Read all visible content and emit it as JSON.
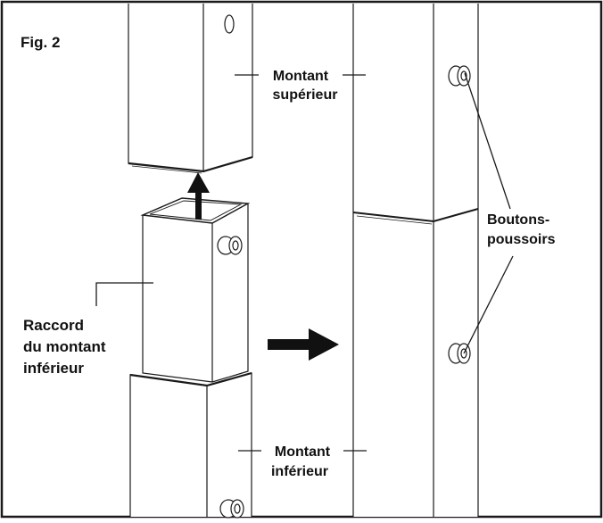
{
  "figure_label": "Fig. 2",
  "labels": {
    "upper_post": [
      "Montant",
      "supérieur"
    ],
    "lower_post": [
      "Montant",
      "inférieur"
    ],
    "lower_post_connector": [
      "Raccord",
      "du montant",
      "inférieur"
    ],
    "push_buttons": [
      "Boutons-",
      "poussoirs"
    ]
  },
  "icons": {
    "insertion_arrow": "arrow-up-icon",
    "transition_arrow": "arrow-right-icon"
  },
  "colors": {
    "line": "#1a1a1a",
    "background": "#ffffff"
  }
}
